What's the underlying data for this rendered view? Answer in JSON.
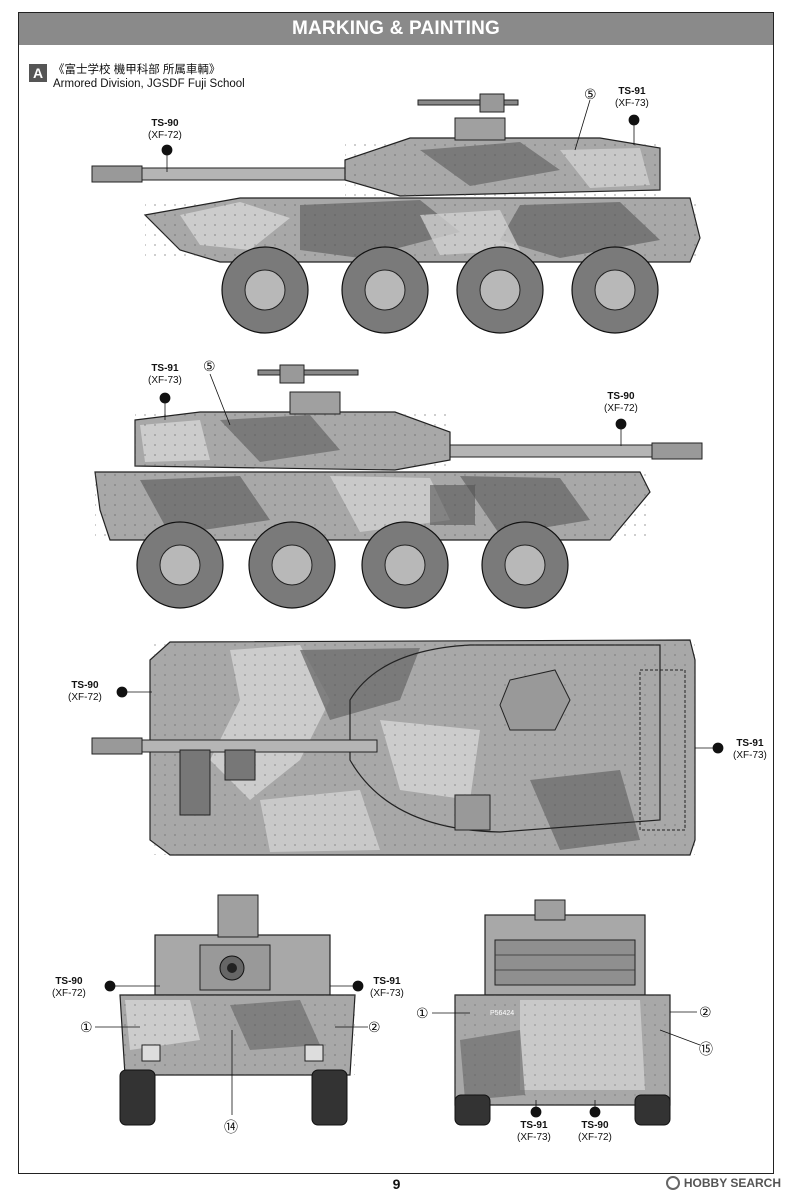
{
  "header": {
    "title": "MARKING & PAINTING"
  },
  "section": {
    "letter": "A",
    "title_jp": "《富士学校 機甲科部 所属車輌》",
    "title_en": "Armored Division, JGSDF Fuji School"
  },
  "callouts": {
    "side1_ts90": {
      "code": "TS-90",
      "ref": "(XF-72)"
    },
    "side1_ts91": {
      "code": "TS-91",
      "ref": "(XF-73)"
    },
    "side2_ts91": {
      "code": "TS-91",
      "ref": "(XF-73)"
    },
    "side2_ts90": {
      "code": "TS-90",
      "ref": "(XF-72)"
    },
    "top_ts90": {
      "code": "TS-90",
      "ref": "(XF-72)"
    },
    "top_ts91": {
      "code": "TS-91",
      "ref": "(XF-73)"
    },
    "front_ts90": {
      "code": "TS-90",
      "ref": "(XF-72)"
    },
    "front_ts91": {
      "code": "TS-91",
      "ref": "(XF-73)"
    },
    "rear_ts91": {
      "code": "TS-91",
      "ref": "(XF-73)"
    },
    "rear_ts90": {
      "code": "TS-90",
      "ref": "(XF-72)"
    }
  },
  "decal_numbers": {
    "side1": "⑤",
    "side2": "⑤",
    "front_left": "①",
    "front_right": "②",
    "front_bottom": "⑭",
    "rear_left": "①",
    "rear_right": "②",
    "rear_right2": "⑮"
  },
  "plates": {
    "rear_plate": "P56424"
  },
  "colors": {
    "base": "#a8a8a8",
    "camo_dark": "#6e6e6e",
    "camo_light": "#cfcfcf",
    "banner": "#8a8a8a"
  },
  "footer": {
    "page_number": "9",
    "watermark": "HOBBY SEARCH"
  }
}
